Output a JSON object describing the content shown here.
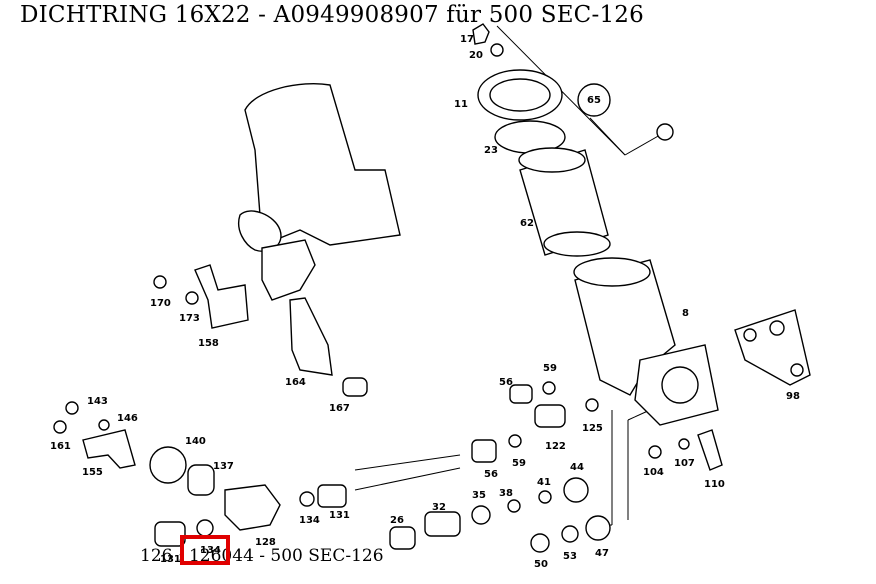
{
  "title": "DICHTRING 16X22 - A0949908907 für 500 SEC-126",
  "footer": "126 : 126044 - 500 SEC-126",
  "highlight_color": "#e00000",
  "part_labels": [
    "17",
    "20",
    "11",
    "65",
    "23",
    "62",
    "8",
    "98",
    "170",
    "173",
    "158",
    "164",
    "167",
    "143",
    "146",
    "161",
    "155",
    "140",
    "137",
    "56",
    "59",
    "122",
    "125",
    "56",
    "59",
    "104",
    "107",
    "110",
    "44",
    "41",
    "38",
    "35",
    "32",
    "26",
    "134",
    "131",
    "128",
    "131",
    "134",
    "50",
    "53",
    "47"
  ]
}
